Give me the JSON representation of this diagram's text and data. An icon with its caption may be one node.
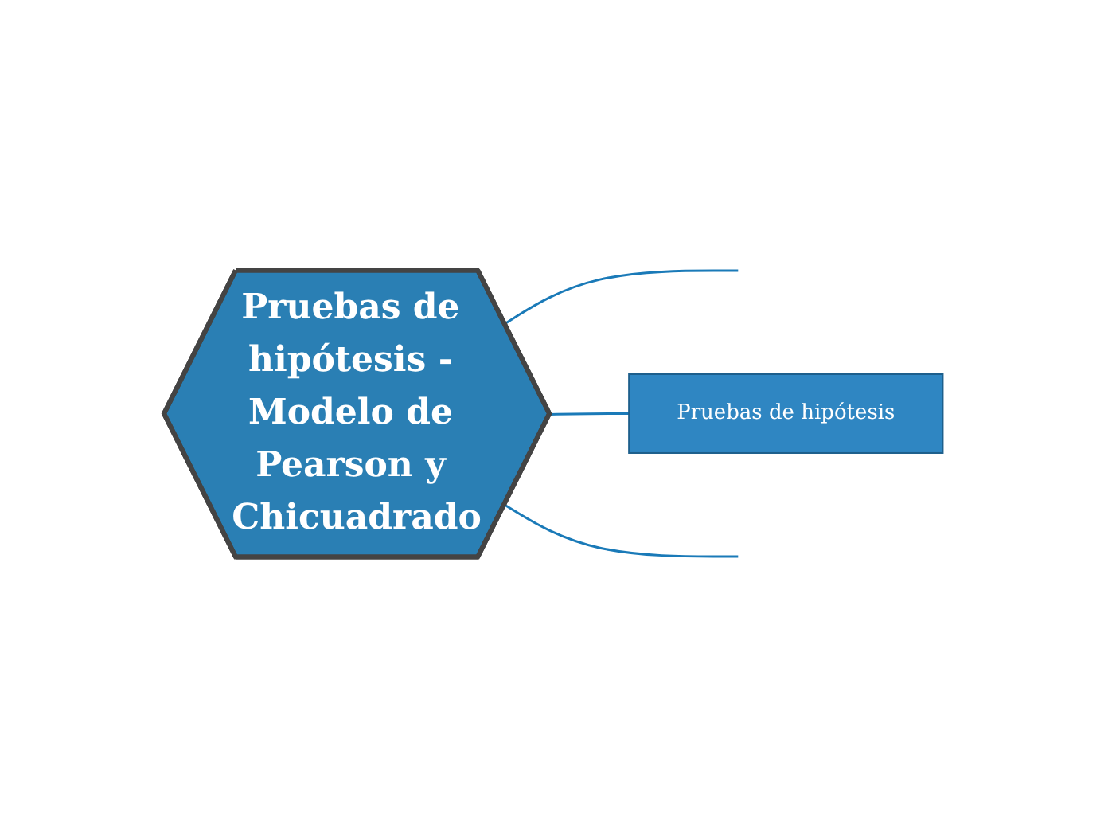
{
  "diagram": {
    "nodes": [
      {
        "text": [
          "Pruebas de hipótesis - Modelo de Pearson y Chicuadrado"
        ]
      },
      {
        "text": [
          "Pruebas de hipótesis"
        ]
      }
    ],
    "edges": [
      {
        "from": 0,
        "to": null,
        "arrow": "none"
      },
      {
        "from": 0,
        "to": 1,
        "arrow": "none"
      },
      {
        "from": 0,
        "to": null,
        "arrow": "none"
      }
    ]
  }
}
